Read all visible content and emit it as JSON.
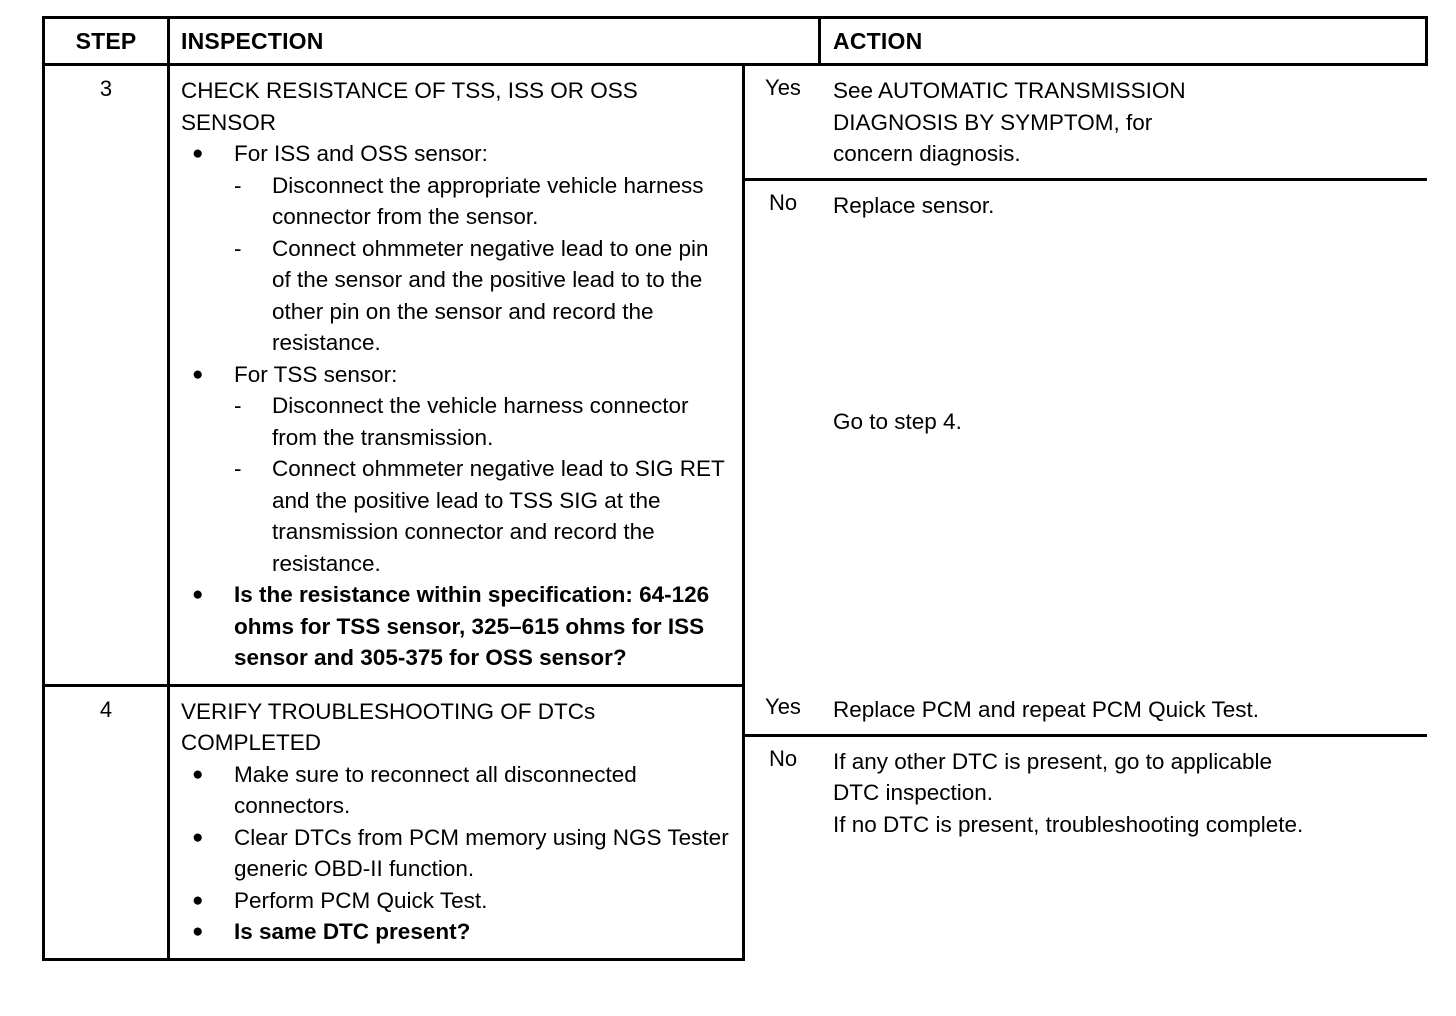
{
  "table": {
    "headers": {
      "step": "STEP",
      "inspection": "INSPECTION",
      "action": "ACTION"
    },
    "rows": [
      {
        "step": "3",
        "inspection": {
          "title_line1": "CHECK RESISTANCE OF TSS, ISS OR OSS",
          "title_line2": "SENSOR",
          "bullets": [
            {
              "text": "For ISS and OSS sensor:",
              "bold": false,
              "sub": [
                "Disconnect the appropriate vehicle harness connector from the sensor.",
                "Connect ohmmeter negative lead to one pin of the sensor and the positive lead to to the other pin on the sensor and record the resistance."
              ]
            },
            {
              "text": "For TSS sensor:",
              "bold": false,
              "sub": [
                "Disconnect the vehicle harness connector from the transmission.",
                "Connect ohmmeter negative lead to SIG RET and the positive lead to TSS SIG at the transmission connector and record the resistance."
              ]
            },
            {
              "text": "Is the resistance within specification: 64-126 ohms for TSS sensor, 325–615 ohms for ISS sensor and 305-375 for OSS sensor?",
              "bold": true,
              "sub": []
            }
          ]
        },
        "answers": [
          {
            "label": "Yes",
            "lines": [
              "See AUTOMATIC TRANSMISSION",
              "DIAGNOSIS BY SYMPTOM, for",
              "concern diagnosis."
            ],
            "gap_lines": []
          },
          {
            "label": "No",
            "lines": [
              "Replace sensor."
            ],
            "gap_lines": [
              "Go to step 4."
            ]
          }
        ]
      },
      {
        "step": "4",
        "inspection": {
          "title_line1": "VERIFY TROUBLESHOOTING OF DTCs",
          "title_line2": "COMPLETED",
          "bullets": [
            {
              "text": "Make sure to reconnect all disconnected connectors.",
              "bold": false,
              "sub": []
            },
            {
              "text": "Clear DTCs from PCM memory using NGS Tester generic OBD-II function.",
              "bold": false,
              "sub": []
            },
            {
              "text": "Perform PCM Quick Test.",
              "bold": false,
              "sub": []
            },
            {
              "text": "Is same DTC present?",
              "bold": true,
              "sub": []
            }
          ]
        },
        "answers": [
          {
            "label": "Yes",
            "lines": [
              "Replace PCM and repeat PCM Quick Test."
            ],
            "gap_lines": []
          },
          {
            "label": "No",
            "lines": [
              "If any other DTC is present, go to applicable",
              "DTC inspection.",
              "If no DTC is present, troubleshooting complete."
            ],
            "gap_lines": []
          }
        ]
      }
    ],
    "glyphs": {
      "bullet": "●",
      "dash": "-"
    }
  }
}
